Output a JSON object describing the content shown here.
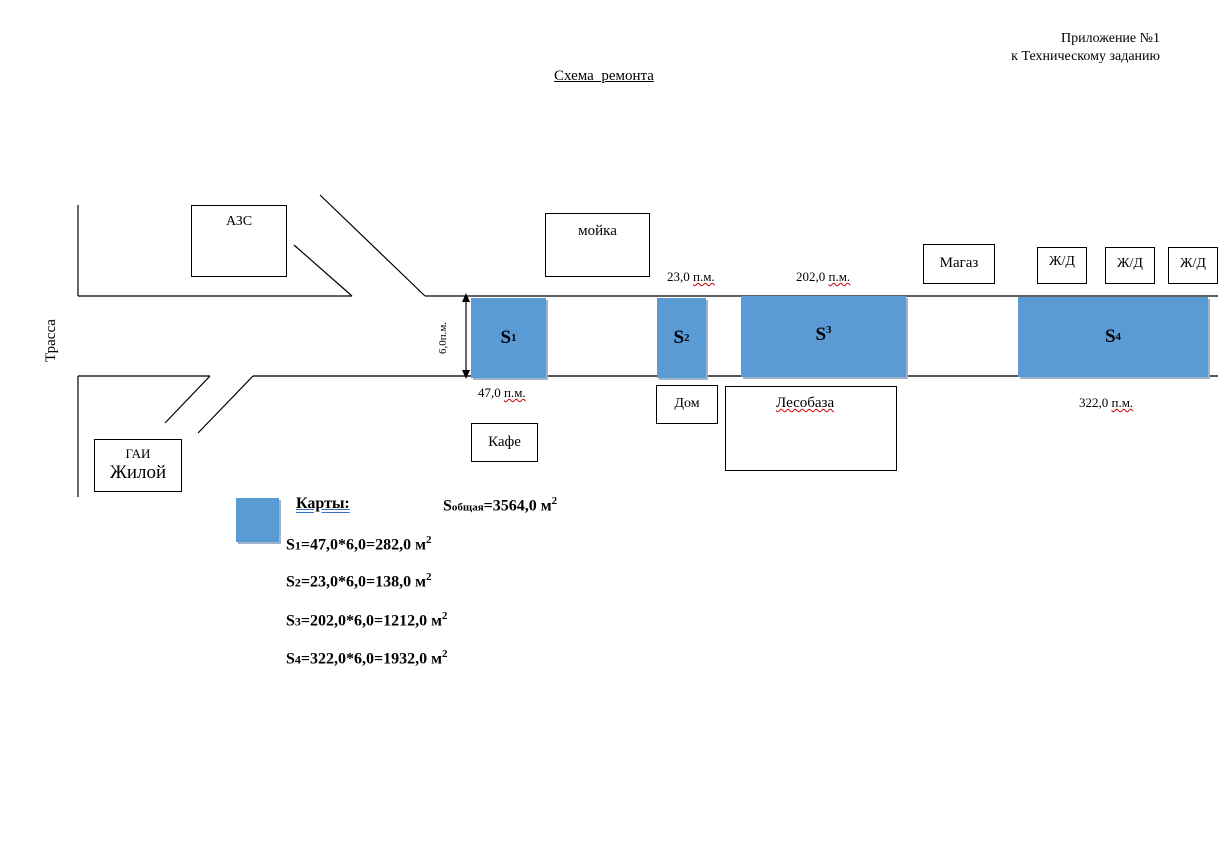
{
  "header": {
    "appendix": "Приложение №1",
    "appendix_to": "к Техническому заданию",
    "title": "Схема  ремонта"
  },
  "road": {
    "name": "Трасса",
    "width_label": "6,0п.м."
  },
  "buildings": {
    "azs": "АЗС",
    "wash": "мойка",
    "shop": "Магаз",
    "rail1": "Ж/Д",
    "rail2": "Ж/Д",
    "rail3": "Ж/Д",
    "house": "Дом",
    "lumber": "Лесобаза",
    "cafe": "Кафе",
    "gai": "ГАИ",
    "residential": "Жилой"
  },
  "sections": [
    {
      "name": "S",
      "sub": "1",
      "length": "47,0",
      "unit": "п.м."
    },
    {
      "name": "S",
      "sub": "2",
      "length": "23,0",
      "unit": "п.м."
    },
    {
      "name": "S",
      "sub": "3",
      "length": "202,0",
      "unit": "п.м."
    },
    {
      "name": "S",
      "sub": "4",
      "length": "322,0",
      "unit": "п.м."
    }
  ],
  "legend": {
    "title": "Карты:",
    "total_s": "S",
    "total_sub": "общая",
    "total_value": "=3564,0 м",
    "sup": "2",
    "rows": [
      "=47,0*6,0=282,0 м",
      "=23,0*6,0=138,0 м",
      "=202,0*6,0=1212,0 м",
      "=322,0*6,0=1932,0 м"
    ]
  },
  "colors": {
    "patch": "#5b9bd5"
  }
}
